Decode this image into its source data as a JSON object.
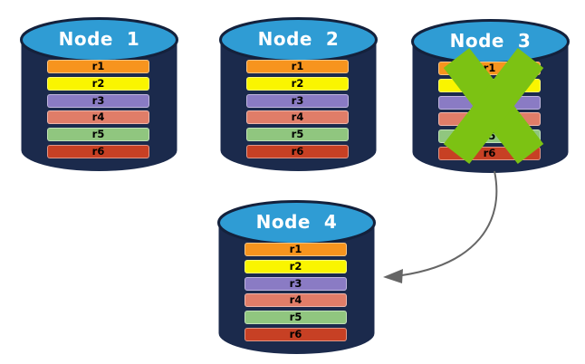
{
  "colors": {
    "background": "#FFFFFF",
    "cylinder_body": "#1B2A4C",
    "cylinder_top": "#2F9CD4",
    "cylinder_outline": "#14213C",
    "node_title_text": "#FFFFFF",
    "row_label_text": "#000000",
    "failure_x": "#7CC213",
    "arrow": "#666666"
  },
  "nodes": [
    {
      "id": "node-1",
      "title": "Node  1",
      "failed": false,
      "rows": [
        {
          "label": "r1",
          "color": "#F7941E"
        },
        {
          "label": "r2",
          "color": "#FAF500"
        },
        {
          "label": "r3",
          "color": "#8A7BC4"
        },
        {
          "label": "r4",
          "color": "#E07D68"
        },
        {
          "label": "r5",
          "color": "#90C67F"
        },
        {
          "label": "r6",
          "color": "#C74024"
        }
      ]
    },
    {
      "id": "node-2",
      "title": "Node  2",
      "failed": false,
      "rows": [
        {
          "label": "r1",
          "color": "#F7941E"
        },
        {
          "label": "r2",
          "color": "#FAF500"
        },
        {
          "label": "r3",
          "color": "#8A7BC4"
        },
        {
          "label": "r4",
          "color": "#E07D68"
        },
        {
          "label": "r5",
          "color": "#90C67F"
        },
        {
          "label": "r6",
          "color": "#C74024"
        }
      ]
    },
    {
      "id": "node-3",
      "title": "Node  3",
      "failed": true,
      "rows": [
        {
          "label": "r1",
          "color": "#F7941E"
        },
        {
          "label": "r2",
          "color": "#FAF500"
        },
        {
          "label": "r3",
          "color": "#8A7BC4"
        },
        {
          "label": "r4",
          "color": "#E07D68"
        },
        {
          "label": "r5",
          "color": "#90C67F"
        },
        {
          "label": "r6",
          "color": "#C74024"
        }
      ]
    },
    {
      "id": "node-4",
      "title": "Node  4",
      "failed": false,
      "rows": [
        {
          "label": "r1",
          "color": "#F7941E"
        },
        {
          "label": "r2",
          "color": "#FAF500"
        },
        {
          "label": "r3",
          "color": "#8A7BC4"
        },
        {
          "label": "r4",
          "color": "#E07D68"
        },
        {
          "label": "r5",
          "color": "#90C67F"
        },
        {
          "label": "r6",
          "color": "#C74024"
        }
      ]
    }
  ],
  "failure": {
    "icon": "x-mark-icon",
    "node": "node-3"
  },
  "arrow": {
    "from": "node-3",
    "to": "node-4",
    "style": "curved"
  }
}
